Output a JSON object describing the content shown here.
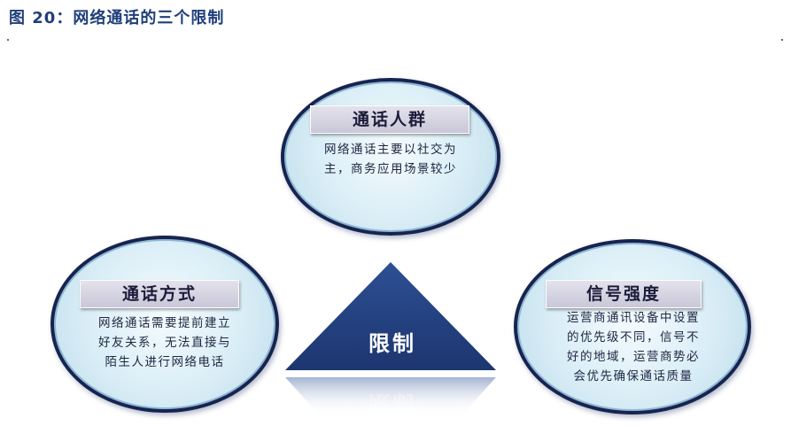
{
  "figure": {
    "title": "图 20：网络通话的三个限制"
  },
  "center": {
    "label": "限制"
  },
  "nodes": [
    {
      "id": "top",
      "title": "通话人群",
      "lines": [
        "网络通话主要以社交为",
        "主，商务应用场景较少"
      ]
    },
    {
      "id": "left",
      "title": "通话方式",
      "lines": [
        "网络通话需要提前建立",
        "好友关系，无法直接与",
        "陌生人进行网络电话"
      ]
    },
    {
      "id": "right",
      "title": "信号强度",
      "lines": [
        "运营商通讯设备中设置",
        "的优先级不同，信号不",
        "好的地域，运营商势必",
        "会优先确保通话质量"
      ]
    }
  ],
  "colors": {
    "title": "#1f3f7a",
    "triangle": "#223f7f",
    "bubble_border": "#17244f",
    "bubble_fill": "#d9edf6"
  }
}
